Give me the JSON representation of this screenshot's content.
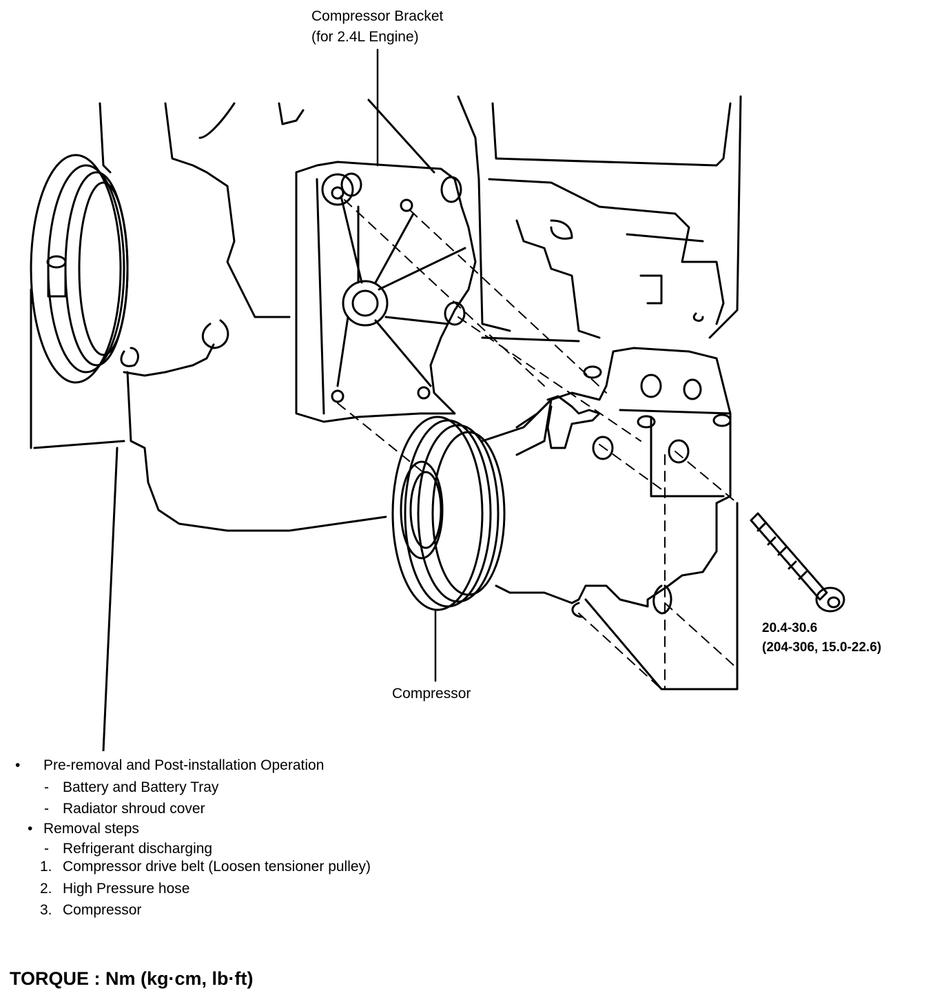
{
  "labels": {
    "bracket_line1": "Compressor Bracket",
    "bracket_line2": "(for 2.4L Engine)",
    "compressor": "Compressor",
    "torque_value1": "20.4-30.6",
    "torque_value2": "(204-306, 15.0-22.6)"
  },
  "notes": {
    "pre_header": "Pre-removal and Post-installation Operation",
    "pre_items": [
      {
        "mark": "-",
        "text": "Battery and Battery Tray"
      },
      {
        "mark": "-",
        "text": "Radiator shroud cover"
      }
    ],
    "removal_header": "Removal steps",
    "removal_items": [
      {
        "mark": "-",
        "text": "Refrigerant discharging"
      },
      {
        "mark": "1.",
        "text": "Compressor drive belt (Loosen tensioner pulley)"
      },
      {
        "mark": "2.",
        "text": "High Pressure hose"
      },
      {
        "mark": "3.",
        "text": "Compressor"
      }
    ]
  },
  "torque_unit": "TORQUE : Nm (kg·cm, lb·ft)",
  "bullet": "•"
}
